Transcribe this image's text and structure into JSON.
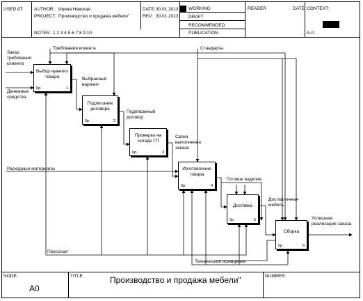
{
  "header": {
    "used_at_label": "USED AT:",
    "author_label": "AUTHOR:",
    "author": "Ирина Невская",
    "project_label": "PROJECT:",
    "project": "Производство и продажа мебели\"",
    "date_label": "DATE:",
    "date": "30.01.2013",
    "rev_label": "REV:",
    "rev": "30.01.2013",
    "notes_label": "NOTES:",
    "notes": "1 2 3 4 5 6 7 8 9 10",
    "status_working": "WORKING",
    "status_draft": "DRAFT",
    "status_recommended": "RECOMMENDED",
    "status_publication": "PUBLICATION",
    "reader_label": "READER",
    "reader_date_label": "DATE",
    "context_label": "CONTEXT:",
    "context_node": "A-0"
  },
  "footer": {
    "node_label": "NODE:",
    "node": "A0",
    "title_label": "TITLE:",
    "title": "Производство и продажа  мебели\"",
    "number_label": "NUMBER:"
  },
  "boxes": [
    {
      "label": "Выбор нужного товара",
      "cost": "0р.",
      "num": "1"
    },
    {
      "label": "Подписание договора",
      "cost": "0р.",
      "num": "2"
    },
    {
      "label": "Проверка на складе ГП",
      "cost": "0р.",
      "num": "3"
    },
    {
      "label": "Изготовление товара",
      "cost": "0р.",
      "num": "4"
    },
    {
      "label": "Доставка",
      "cost": "0р.",
      "num": "5"
    },
    {
      "label": "Сборка",
      "cost": "0р.",
      "num": "6"
    }
  ],
  "arrows": {
    "in_order": "Заказ, требования клиента",
    "in_money": "Денежные средства",
    "client_req": "Требования клиента",
    "standards": "Стандарты",
    "chosen": "Выбранный вариант",
    "signed": "Подписанный договор",
    "deadlines": "Сроки выполнения заказа",
    "materials": "Расходные материалы",
    "product": "Готовое изделие",
    "delivered": "Доставленная мебель",
    "success": "Успешная реализация заказа",
    "personnel": "Персонал",
    "equipment": "Техническое оснащение"
  }
}
